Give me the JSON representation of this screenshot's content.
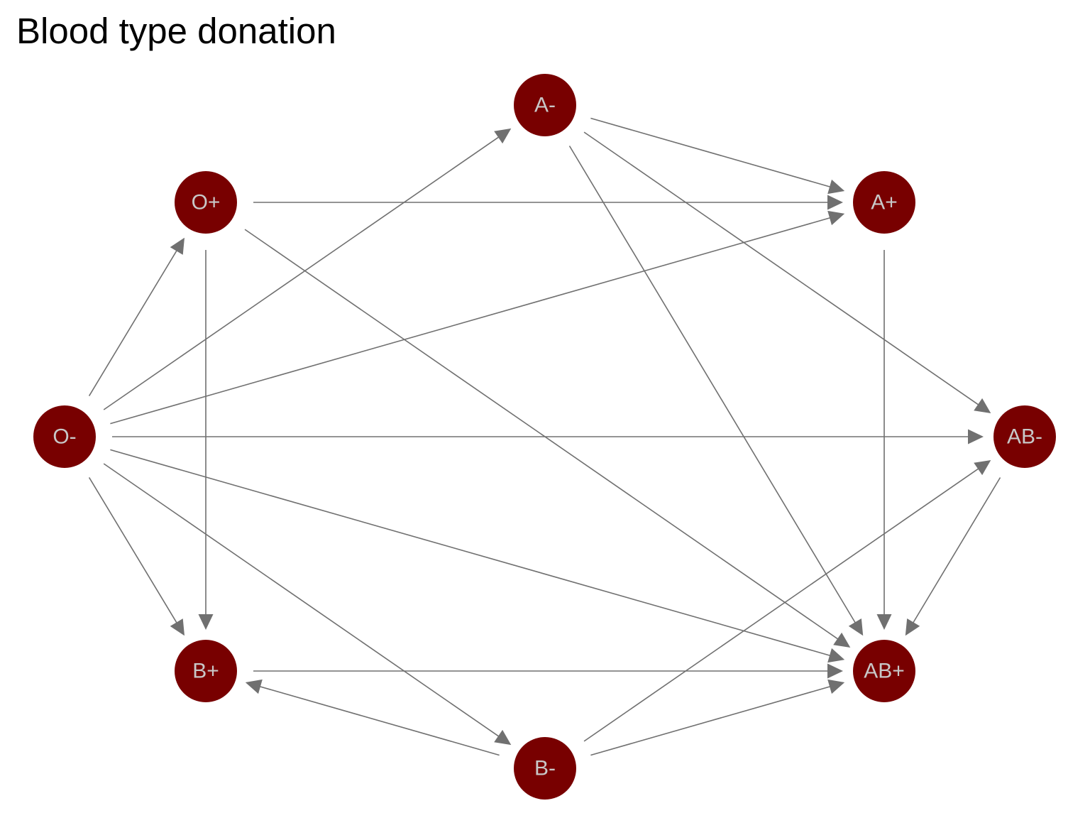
{
  "title": "Blood type donation",
  "colors": {
    "node_fill": "#780000",
    "node_label": "#c8c8c8",
    "edge": "#707070"
  },
  "nodes": [
    {
      "id": "A-",
      "label": "A-"
    },
    {
      "id": "O+",
      "label": "O+"
    },
    {
      "id": "A+",
      "label": "A+"
    },
    {
      "id": "O-",
      "label": "O-"
    },
    {
      "id": "AB-",
      "label": "AB-"
    },
    {
      "id": "B+",
      "label": "B+"
    },
    {
      "id": "AB+",
      "label": "AB+"
    },
    {
      "id": "B-",
      "label": "B-"
    }
  ],
  "edges": [
    {
      "from": "O-",
      "to": "O+"
    },
    {
      "from": "O-",
      "to": "A-"
    },
    {
      "from": "O-",
      "to": "A+"
    },
    {
      "from": "O-",
      "to": "AB-"
    },
    {
      "from": "O-",
      "to": "AB+"
    },
    {
      "from": "O-",
      "to": "B-"
    },
    {
      "from": "O-",
      "to": "B+"
    },
    {
      "from": "O+",
      "to": "A+"
    },
    {
      "from": "O+",
      "to": "B+"
    },
    {
      "from": "O+",
      "to": "AB+"
    },
    {
      "from": "A-",
      "to": "A+"
    },
    {
      "from": "A-",
      "to": "AB-"
    },
    {
      "from": "A-",
      "to": "AB+"
    },
    {
      "from": "A+",
      "to": "AB+"
    },
    {
      "from": "AB-",
      "to": "AB+"
    },
    {
      "from": "B-",
      "to": "B+"
    },
    {
      "from": "B-",
      "to": "AB-"
    },
    {
      "from": "B-",
      "to": "AB+"
    },
    {
      "from": "B+",
      "to": "AB+"
    }
  ]
}
